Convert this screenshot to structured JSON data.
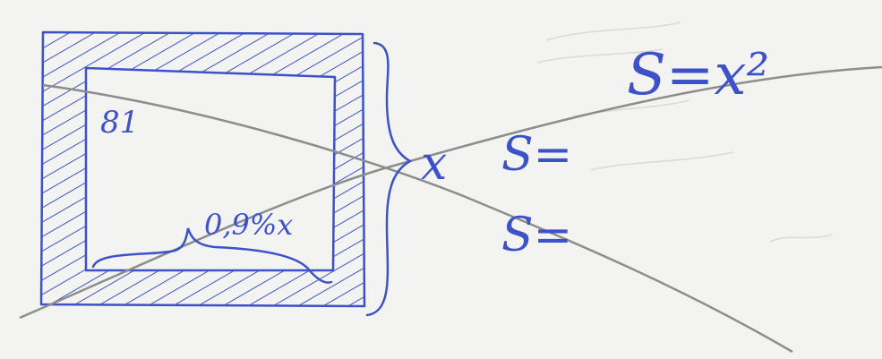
{
  "sketch": {
    "inner_label": "81",
    "width_label": "0,9%x",
    "side_label": "x",
    "formula_line_1": "S=x²",
    "formula_line_2": "S=",
    "formula_line_3": "S="
  },
  "colors": {
    "paper": "#f3f3f1",
    "ink": "#3d52c8",
    "pencil": "#8d8d8d"
  }
}
